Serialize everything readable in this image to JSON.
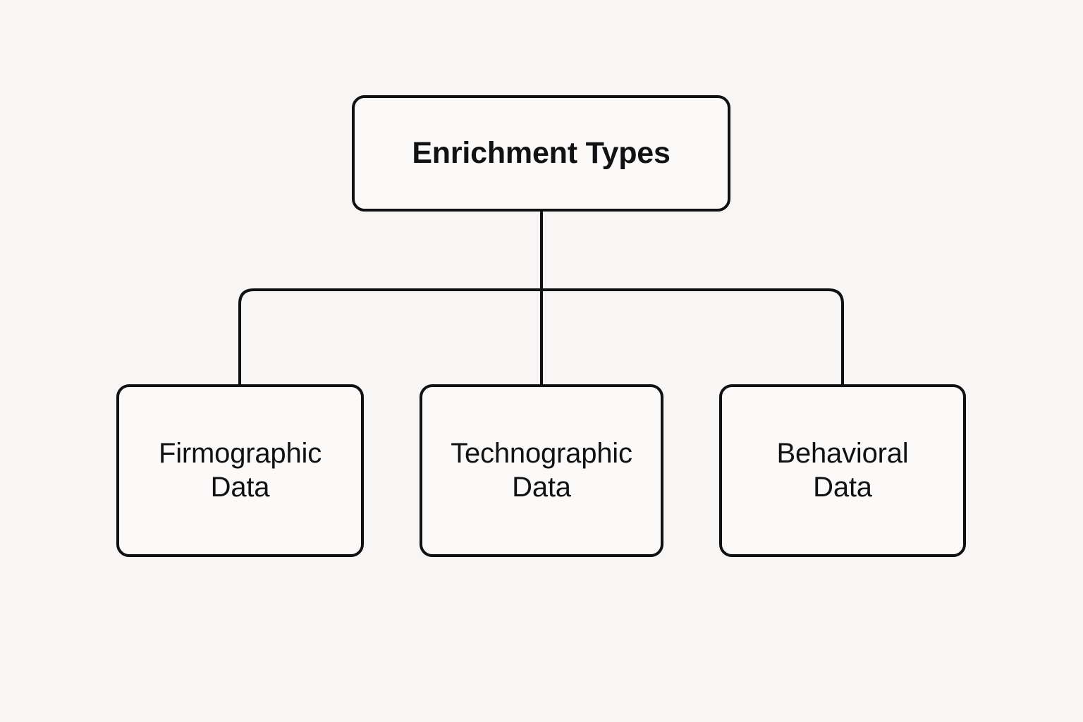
{
  "diagram": {
    "type": "tree",
    "title": "Enrichment Types",
    "orientation": "top-down",
    "background_color": "#f7f6f4",
    "node_fill_color": "#fbfaf9",
    "line_color": "#111113",
    "text_color": "#121214",
    "root": {
      "id": "root",
      "label": "Enrichment Types",
      "emphasis": "bold"
    },
    "children": [
      {
        "id": "firmographic",
        "label": "Firmographic\nData",
        "emphasis": "regular"
      },
      {
        "id": "technographic",
        "label": "Technographic\nData",
        "emphasis": "regular"
      },
      {
        "id": "behavioral",
        "label": "Behavioral\nData",
        "emphasis": "regular"
      }
    ]
  }
}
